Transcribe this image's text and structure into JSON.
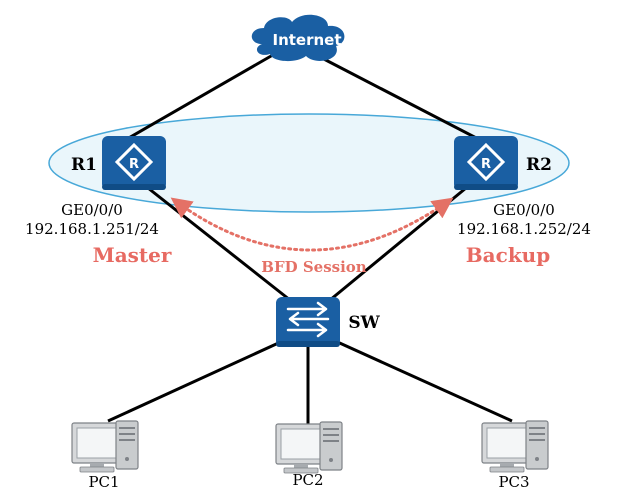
{
  "cloud": {
    "label": "Internet"
  },
  "routers": [
    {
      "name": "R1",
      "interface": "GE0/0/0",
      "ip": "192.168.1.251/24",
      "role": "Master"
    },
    {
      "name": "R2",
      "interface": "GE0/0/0",
      "ip": "192.168.1.252/24",
      "role": "Backup"
    }
  ],
  "bfd": {
    "label": "BFD Session"
  },
  "switch": {
    "label": "SW"
  },
  "pcs": [
    {
      "label": "PC1"
    },
    {
      "label": "PC2"
    },
    {
      "label": "PC3"
    }
  ],
  "colors": {
    "device_blue": "#1a5fa3",
    "device_dark": "#104c86",
    "ellipse_fill": "#eaf6fb",
    "ellipse_stroke": "#48a8d8",
    "role_red": "#e76a62",
    "bfd_red": "#e47166",
    "line": "#000000"
  },
  "icons": [
    "cloud-icon",
    "router-icon",
    "switch-icon",
    "pc-icon"
  ]
}
